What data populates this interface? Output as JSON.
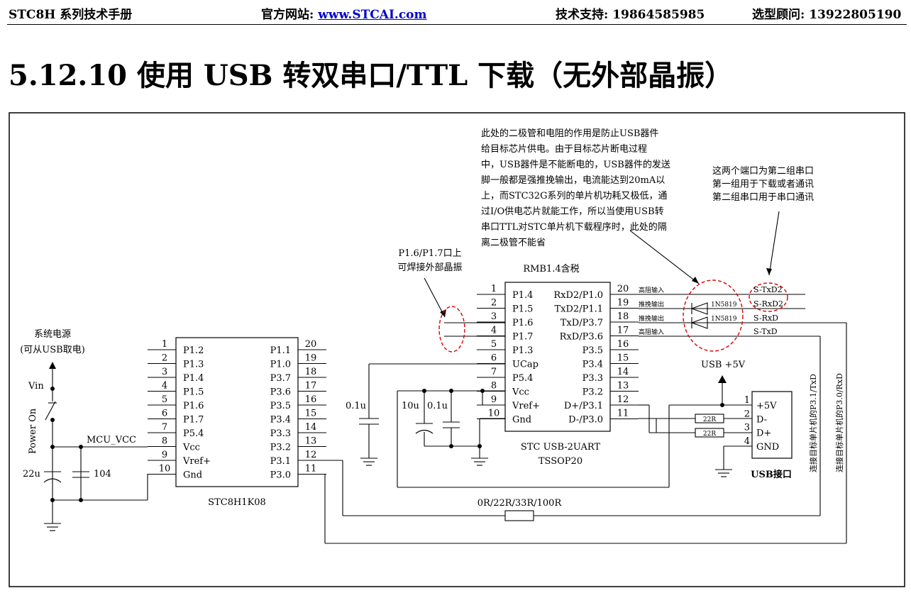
{
  "header": {
    "manual": "STC8H 系列技术手册",
    "website_label": "官方网站: ",
    "website_url": "www.STCAI.com",
    "support": "技术支持: 19864585985",
    "consult": "选型顾问: 13922805190"
  },
  "section_title": "5.12.10    使用 USB 转双串口/TTL 下载（无外部晶振）",
  "diagram": {
    "mcu_left": {
      "name": "STC8H1K08",
      "left_pins": [
        {
          "num": "1",
          "name": "P1.2"
        },
        {
          "num": "2",
          "name": "P1.3"
        },
        {
          "num": "3",
          "name": "P1.4"
        },
        {
          "num": "4",
          "name": "P1.5"
        },
        {
          "num": "5",
          "name": "P1.6"
        },
        {
          "num": "6",
          "name": "P1.7"
        },
        {
          "num": "7",
          "name": "P5.4"
        },
        {
          "num": "8",
          "name": "Vcc"
        },
        {
          "num": "9",
          "name": "Vref+"
        },
        {
          "num": "10",
          "name": "Gnd"
        }
      ],
      "right_pins": [
        {
          "num": "20",
          "name": "P1.1"
        },
        {
          "num": "19",
          "name": "P1.0"
        },
        {
          "num": "18",
          "name": "P3.7"
        },
        {
          "num": "17",
          "name": "P3.6"
        },
        {
          "num": "16",
          "name": "P3.5"
        },
        {
          "num": "15",
          "name": "P3.4"
        },
        {
          "num": "14",
          "name": "P3.3"
        },
        {
          "num": "13",
          "name": "P3.2"
        },
        {
          "num": "12",
          "name": "P3.1"
        },
        {
          "num": "11",
          "name": "P3.0"
        }
      ]
    },
    "usb_chip": {
      "name": "STC USB-2UART",
      "package": "TSSOP20",
      "price": "RMB1.4含税",
      "left_pins": [
        {
          "num": "1",
          "name": "P1.4"
        },
        {
          "num": "2",
          "name": "P1.5"
        },
        {
          "num": "3",
          "name": "P1.6"
        },
        {
          "num": "4",
          "name": "P1.7"
        },
        {
          "num": "5",
          "name": "P1.3"
        },
        {
          "num": "6",
          "name": "UCap"
        },
        {
          "num": "7",
          "name": "P5.4"
        },
        {
          "num": "8",
          "name": "Vcc"
        },
        {
          "num": "9",
          "name": "Vref+"
        },
        {
          "num": "10",
          "name": "Gnd"
        }
      ],
      "right_pins": [
        {
          "num": "20",
          "name": "RxD2/P1.0"
        },
        {
          "num": "19",
          "name": "TxD2/P1.1"
        },
        {
          "num": "18",
          "name": "TxD/P3.7"
        },
        {
          "num": "17",
          "name": "RxD/P3.6"
        },
        {
          "num": "16",
          "name": "P3.5"
        },
        {
          "num": "15",
          "name": "P3.4"
        },
        {
          "num": "14",
          "name": "P3.3"
        },
        {
          "num": "13",
          "name": "P3.2"
        },
        {
          "num": "12",
          "name": "D+/P3.1"
        },
        {
          "num": "11",
          "name": "D-/P3.0"
        }
      ]
    },
    "usb_connector": {
      "label": "USB接口",
      "pins": [
        {
          "num": "1",
          "name": "+5V"
        },
        {
          "num": "2",
          "name": "D-"
        },
        {
          "num": "3",
          "name": "D+"
        },
        {
          "num": "4",
          "name": "GND"
        }
      ]
    },
    "labels": {
      "power_source_1": "系统电源",
      "power_source_2": "(可从USB取电)",
      "vin": "Vin",
      "power_on": "Power On",
      "mcu_vcc": "MCU_VCC",
      "cap_22u": "22u",
      "cap_104": "104",
      "cap_01u_ucap": "0.1u",
      "cap_10u": "10u",
      "cap_01u_vcc": "0.1u",
      "usb_5v": "USB +5V",
      "res_22r_1": "22R",
      "res_22r_2": "22R",
      "res_series": "0R/22R/33R/100R",
      "diode_1": "1N5819",
      "diode_2": "1N5819",
      "hi_z_1": "高阻输入",
      "push_pull_1": "推挽输出",
      "push_pull_2": "推挽输出",
      "hi_z_2": "高阻输入",
      "s_txd2": "S-TxD2",
      "s_rxd2": "S-RxD2",
      "s_rxd": "S-RxD",
      "s_txd": "S-TxD",
      "vert_txd": "连接目标单片机的P3.1/TxD",
      "vert_rxd": "连接目标单片机的P3.0/RxD"
    },
    "notes": {
      "crystal": [
        "P1.6/P1.7口上",
        "可焊接外部晶振"
      ],
      "diode": [
        "此处的二极管和电阻的作用是防止USB器件",
        "给目标芯片供电。由于目标芯片断电过程",
        "中，USB器件是不能断电的，USB器件的发送",
        "脚一般都是强推挽输出，电流能达到20mA以",
        "上，而STC32G系列的单片机功耗又极低，通",
        "过I/O供电芯片就能工作，所以当使用USB转",
        "串口TTL对STC单片机下载程序时，此处的隔",
        "离二极管不能省"
      ],
      "ports": [
        "这两个端口为第二组串口",
        "第一组用于下载或者通讯",
        "第二组串口用于串口通讯"
      ]
    }
  },
  "colors": {
    "link": "#0000cc",
    "annotation": "#dd0000",
    "line": "#000000"
  }
}
